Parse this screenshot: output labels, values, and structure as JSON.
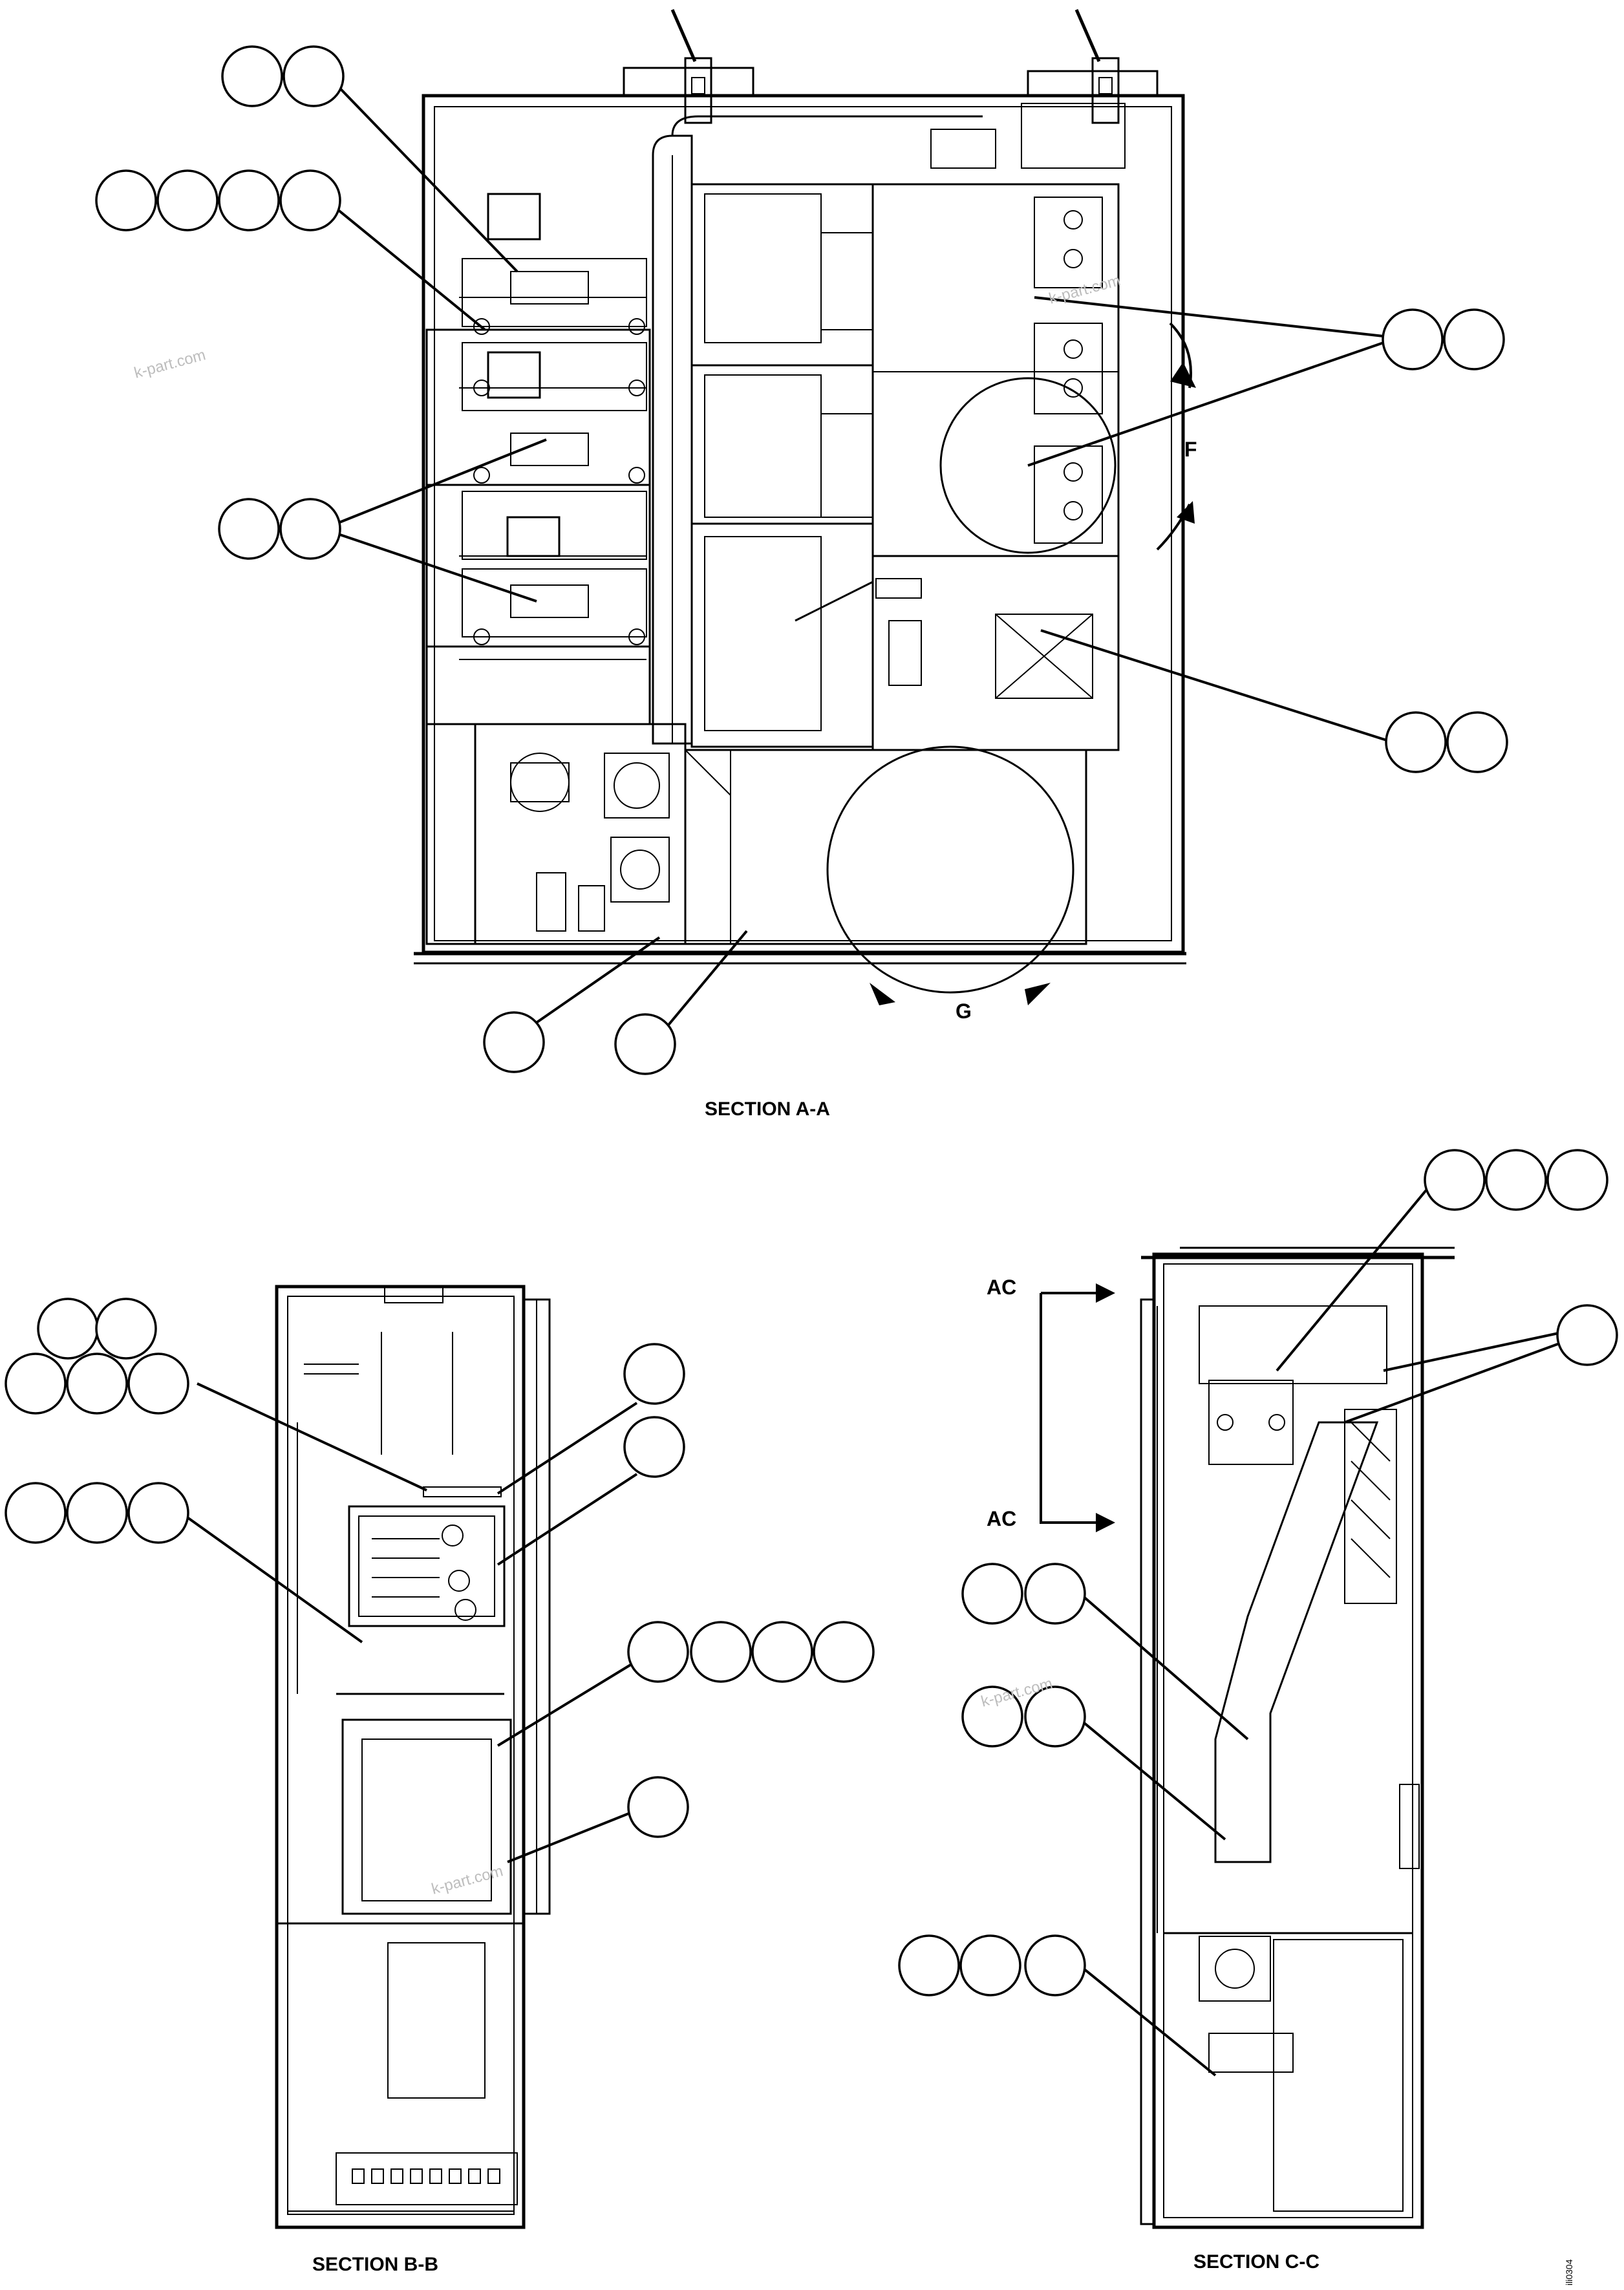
{
  "views": {
    "section_aa": {
      "label": "SECTION A-A"
    },
    "section_bb": {
      "label": "SECTION B-B"
    },
    "section_cc": {
      "label": "SECTION C-C"
    }
  },
  "detail_labels": {
    "f": "F",
    "g": "G"
  },
  "section_markers": {
    "ac_top": "AC",
    "ac_bottom": "AC"
  },
  "watermark": {
    "text": "k-part.com"
  },
  "drawing_code": "ili0304"
}
